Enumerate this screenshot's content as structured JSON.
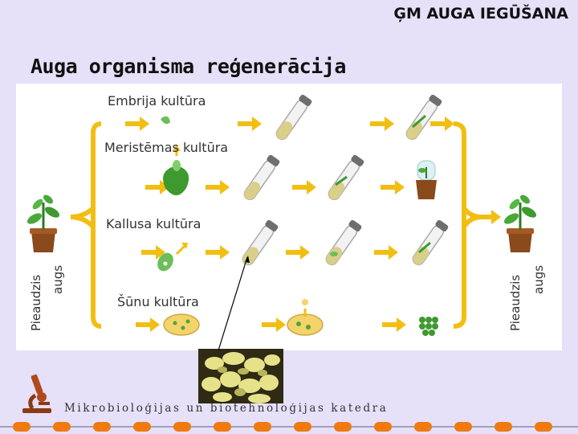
{
  "header": {
    "title": "ĢM AUGA IEGŪŠANA"
  },
  "slide": {
    "title": "Auga organisma reģenerācija"
  },
  "diagram": {
    "rows": {
      "embryo": "Embrija kultūra",
      "meristem": "Meristēmas kultūra",
      "callus": "Kallusa kultūra",
      "cells": "Šūnu kultūra"
    },
    "left_plant": {
      "line1": "Pieaudzis",
      "line2": "augs"
    },
    "right_plant": {
      "line1": "Pieaudzis",
      "line2": "augs"
    }
  },
  "footer": {
    "department": "Mikrobioloģijas un biotehnoloģijas katedra"
  },
  "colors": {
    "background": "#e6e0f8",
    "arrow": "#f2be12",
    "plant_green": "#3e9a2f",
    "pot": "#8a4a1c"
  }
}
